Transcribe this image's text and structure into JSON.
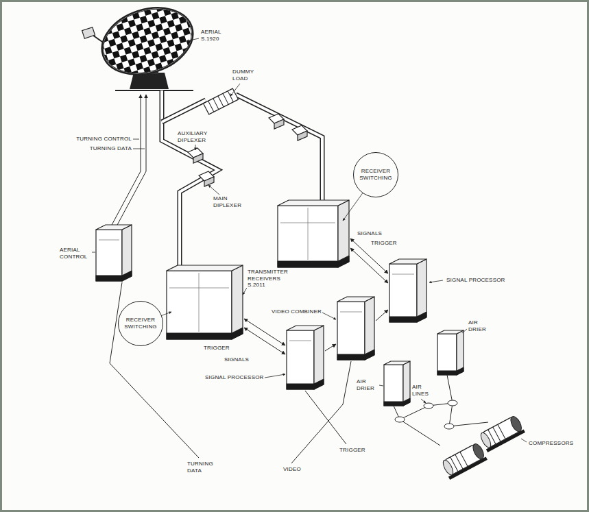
{
  "diagram": {
    "nodes": [
      {
        "text": [
          "RECEIVER SWITCHING"
        ]
      },
      {
        "text": [
          "RECEIVER SWITCHING"
        ]
      }
    ],
    "labels": [
      "AERIAL S.1920",
      "DUMMY LOAD",
      "AUXILIARY DIPLEXER",
      "TURNING CONTROL",
      "TURNING DATA",
      "MAIN DIPLEXER",
      "SIGNALS",
      "TRIGGER",
      "AERIAL CONTROL",
      "SIGNAL PROCESSOR",
      "TRANSMITTER RECEIVERS S.2011",
      "VIDEO COMBINER",
      "TRIGGER",
      "SIGNALS",
      "SIGNAL PROCESSOR",
      "AIR DRIER",
      "AIR LINES",
      "AIR DRIER",
      "COMPRESSORS",
      "TURNING DATA",
      "VIDEO",
      "TRIGGER"
    ]
  }
}
